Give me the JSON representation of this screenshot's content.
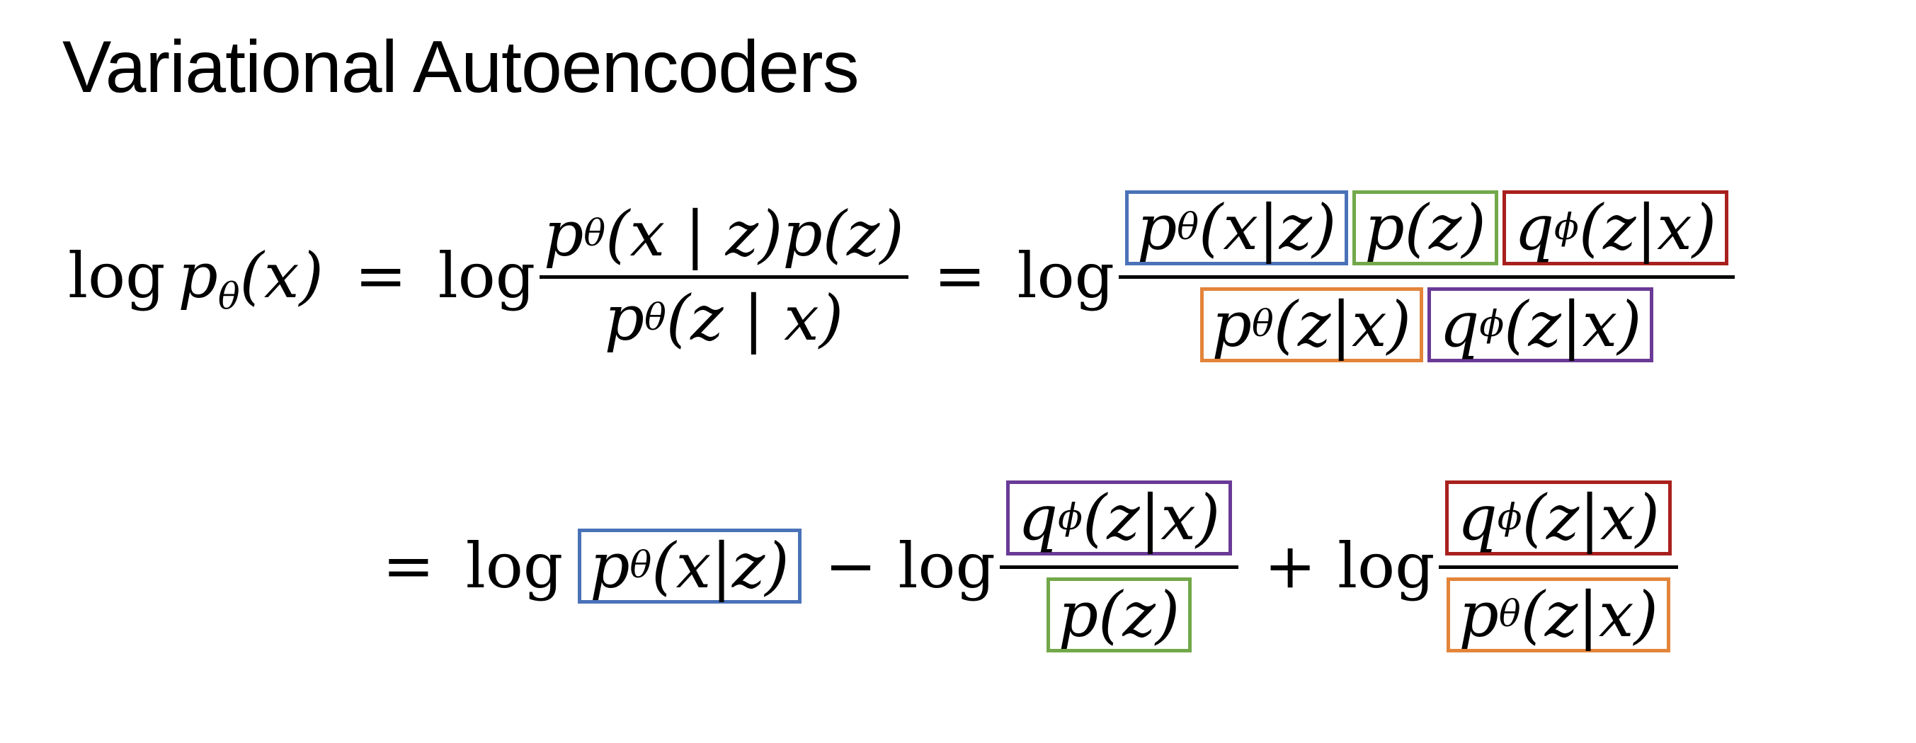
{
  "slide": {
    "title": "Variational Autoencoders"
  },
  "colors": {
    "blue": "#4a72b8",
    "green": "#72a84a",
    "red": "#a8201d",
    "orange": "#e2843a",
    "purple": "#6a3a96"
  },
  "math": {
    "log": "log",
    "equals": "=",
    "minus": "−",
    "plus": "+",
    "lhs": {
      "p": "p",
      "theta": "θ",
      "arg": "(x)"
    },
    "f1": {
      "num_a": {
        "p": "p",
        "theta": "θ",
        "arg": "(x | z)"
      },
      "num_b": "p(z)",
      "den": {
        "p": "p",
        "theta": "θ",
        "arg": "(z | x)"
      }
    },
    "terms": {
      "p_x_given_z": {
        "p": "p",
        "theta": "θ",
        "arg": "(x|z)"
      },
      "p_z": "p(z)",
      "q_z_given_x": {
        "q": "q",
        "phi": "ϕ",
        "arg": "(z|x)"
      },
      "p_z_given_x": {
        "p": "p",
        "theta": "θ",
        "arg": "(z|x)"
      }
    }
  }
}
